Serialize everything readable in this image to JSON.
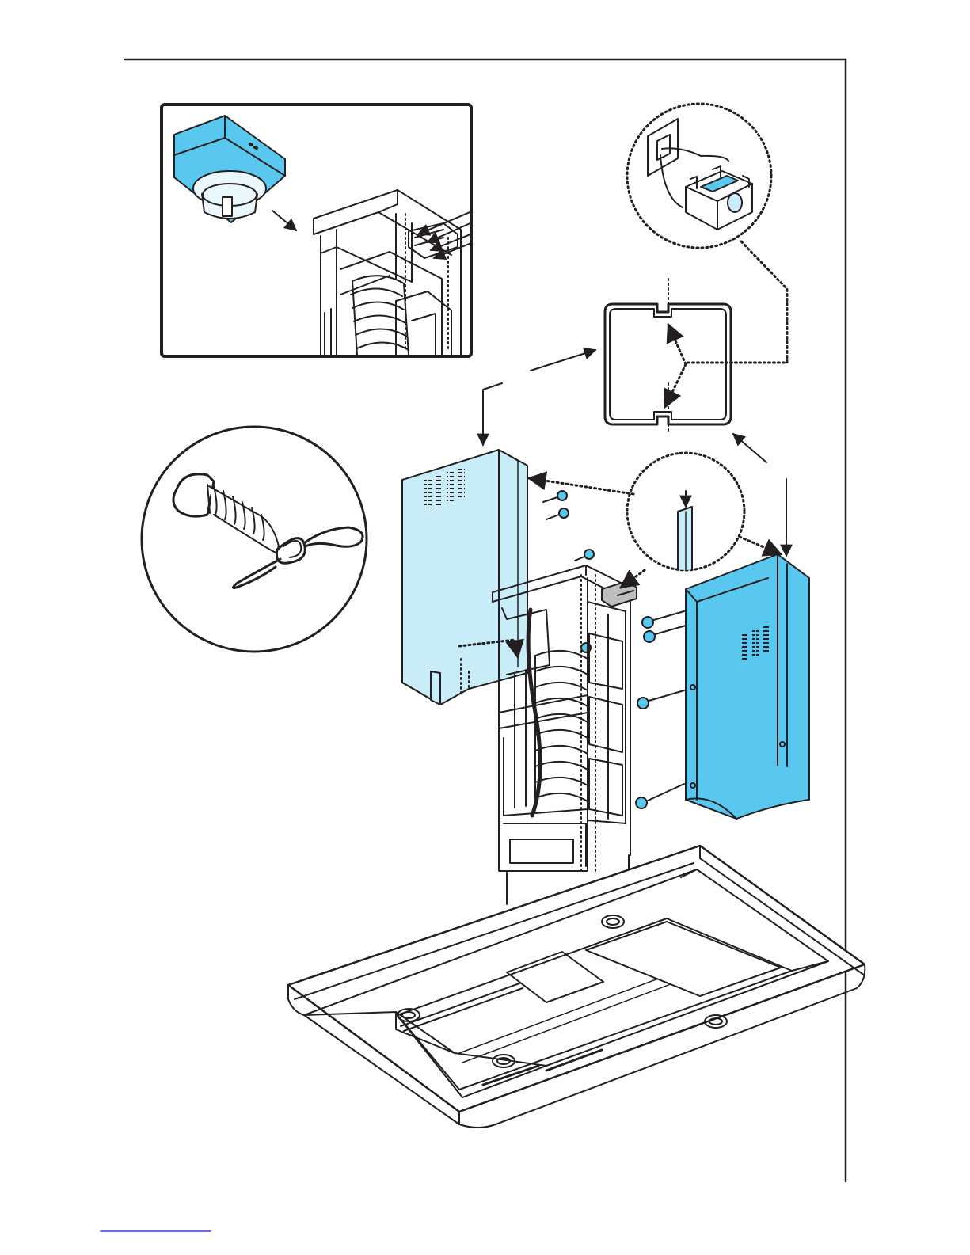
{
  "page": {
    "type": "exploded-assembly-illustration",
    "has_visible_text": false
  },
  "colors": {
    "line": "#231f20",
    "panel_light_blue": "#c8ecf8",
    "panel_bright_blue": "#5ac8ee",
    "duct_blue": "#5ac8ee",
    "footer_underline": "#3b3bd6",
    "background": "#ffffff"
  },
  "parts": [
    {
      "id": "inset-motor-mounting",
      "icon": "motor-box"
    },
    {
      "id": "detail-wall-socket",
      "icon": "power-plug"
    },
    {
      "id": "chimney-cross-section",
      "icon": "section-view"
    },
    {
      "id": "detail-screw-spring",
      "icon": "screw-and-clip"
    },
    {
      "id": "detail-bracket-slot",
      "icon": "bracket"
    },
    {
      "id": "chimney-cover-left",
      "icon": "cover-panel"
    },
    {
      "id": "chimney-cover-right",
      "icon": "cover-panel"
    },
    {
      "id": "support-frame",
      "icon": "frame"
    },
    {
      "id": "hood-canopy",
      "icon": "cooker-hood"
    }
  ]
}
